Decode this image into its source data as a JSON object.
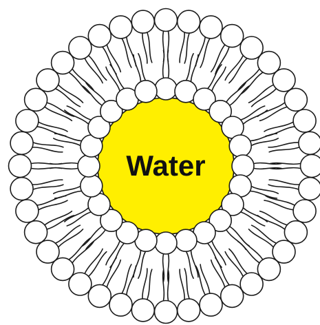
{
  "diagram": {
    "core_label": "Water",
    "colors": {
      "core_fill": "#ffef00",
      "core_stroke": "#1a1a1a",
      "head_fill": "#ffffff",
      "line": "#1a1a1a",
      "background": "#ffffff"
    },
    "structure": {
      "outer_layer": {
        "molecule": "phospholipid",
        "head_count": 40,
        "tails_per_head": 2,
        "tails_point": "inward"
      },
      "inner_layer": {
        "molecule": "phospholipid",
        "head_count": 24,
        "tails_per_head": 2,
        "tails_point": "outward"
      }
    }
  }
}
